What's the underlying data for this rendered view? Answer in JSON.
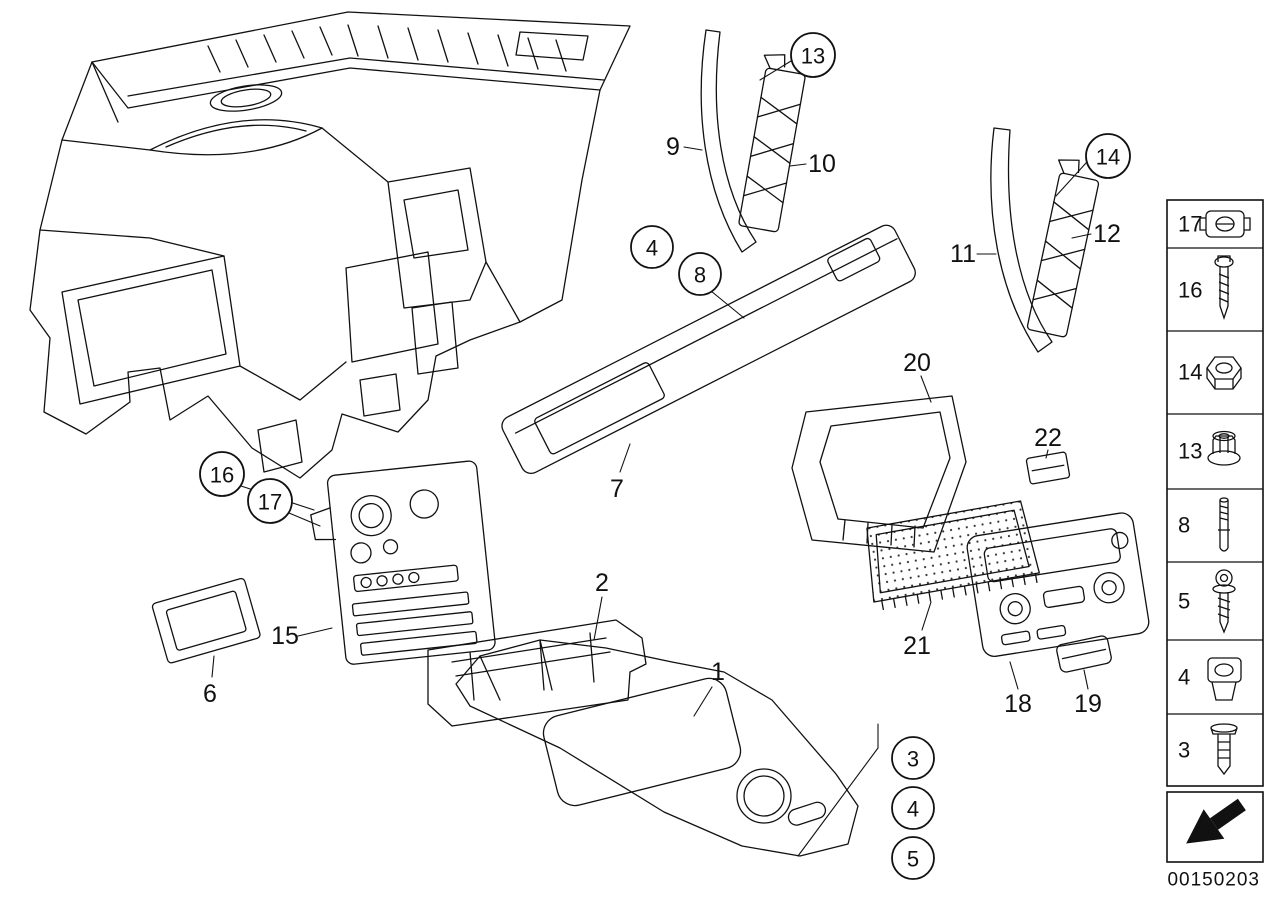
{
  "colors": {
    "line": "#111111",
    "background": "#ffffff"
  },
  "callouts": [
    {
      "id": "callout-13-top",
      "label": "13",
      "circled": true
    },
    {
      "id": "callout-9",
      "label": "9",
      "circled": false
    },
    {
      "id": "callout-10",
      "label": "10",
      "circled": false
    },
    {
      "id": "callout-14-top",
      "label": "14",
      "circled": true
    },
    {
      "id": "callout-11",
      "label": "11",
      "circled": false
    },
    {
      "id": "callout-12",
      "label": "12",
      "circled": false
    },
    {
      "id": "callout-4-top",
      "label": "4",
      "circled": true
    },
    {
      "id": "callout-8-top",
      "label": "8",
      "circled": true
    },
    {
      "id": "callout-7",
      "label": "7",
      "circled": false
    },
    {
      "id": "callout-20",
      "label": "20",
      "circled": false
    },
    {
      "id": "callout-22",
      "label": "22",
      "circled": false
    },
    {
      "id": "callout-21",
      "label": "21",
      "circled": false
    },
    {
      "id": "callout-16",
      "label": "16",
      "circled": true
    },
    {
      "id": "callout-17",
      "label": "17",
      "circled": true
    },
    {
      "id": "callout-15",
      "label": "15",
      "circled": false
    },
    {
      "id": "callout-6",
      "label": "6",
      "circled": false
    },
    {
      "id": "callout-2",
      "label": "2",
      "circled": false
    },
    {
      "id": "callout-1",
      "label": "1",
      "circled": false
    },
    {
      "id": "callout-18",
      "label": "18",
      "circled": false
    },
    {
      "id": "callout-19",
      "label": "19",
      "circled": false
    },
    {
      "id": "callout-3-stack",
      "label": "3",
      "circled": true
    },
    {
      "id": "callout-4-stack",
      "label": "4",
      "circled": true
    },
    {
      "id": "callout-5-stack",
      "label": "5",
      "circled": true
    }
  ],
  "legend": {
    "items": [
      {
        "label": "17",
        "icon": "cage-nut-icon"
      },
      {
        "label": "16",
        "icon": "screw-icon"
      },
      {
        "label": "14",
        "icon": "hex-nut-icon"
      },
      {
        "label": "13",
        "icon": "flange-nut-icon"
      },
      {
        "label": "8",
        "icon": "stud-pin-icon"
      },
      {
        "label": "5",
        "icon": "washer-screw-icon"
      },
      {
        "label": "4",
        "icon": "expansion-nut-icon"
      },
      {
        "label": "3",
        "icon": "expansion-rivet-icon"
      }
    ]
  },
  "footer": {
    "diagram_id": "00150203"
  }
}
